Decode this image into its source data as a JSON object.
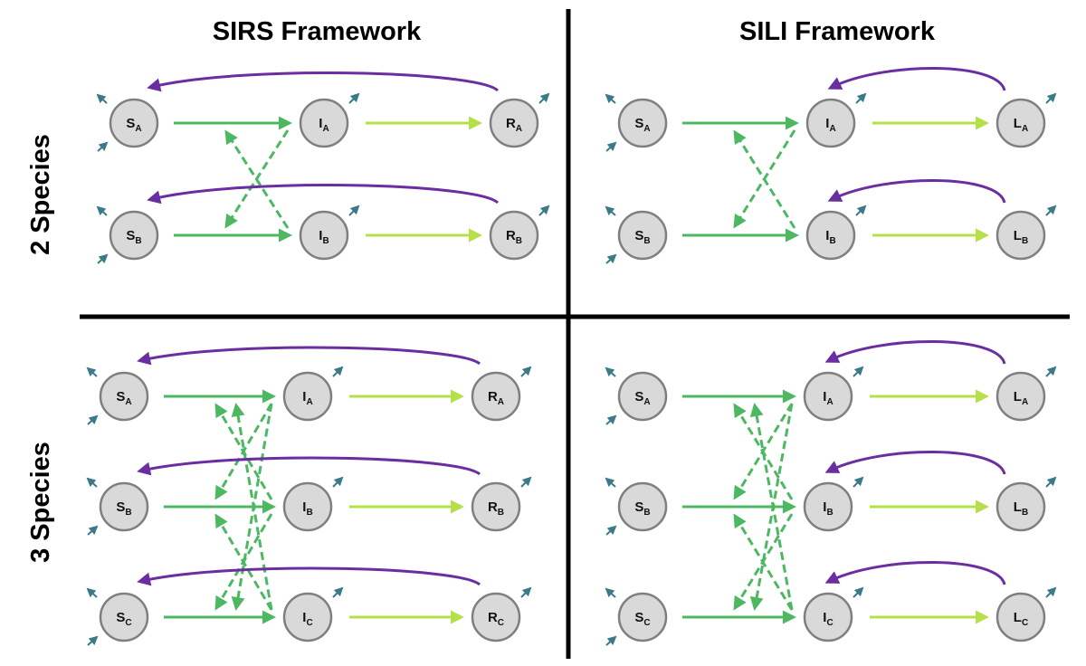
{
  "colors": {
    "transmission": "#4cb862",
    "cross_transmission": "#4cb862",
    "progression": "#b5e04a",
    "waning": "#6a2ea0",
    "demography": "#3b7a88",
    "divider": "#000000",
    "node_fill": "#d9d9d9",
    "node_stroke": "#7f7f7f"
  },
  "column_titles": [
    "SIRS Framework",
    "SILI Framework"
  ],
  "row_labels": [
    "2 Species",
    "3 Species"
  ],
  "quadrants": [
    {
      "framework": "SIRS",
      "species": [
        "A",
        "B"
      ],
      "compartments": [
        "S",
        "I",
        "R"
      ]
    },
    {
      "framework": "SILI",
      "species": [
        "A",
        "B"
      ],
      "compartments": [
        "S",
        "I",
        "L"
      ]
    },
    {
      "framework": "SIRS",
      "species": [
        "A",
        "B",
        "C"
      ],
      "compartments": [
        "S",
        "I",
        "R"
      ]
    },
    {
      "framework": "SILI",
      "species": [
        "A",
        "B",
        "C"
      ],
      "compartments": [
        "S",
        "I",
        "L"
      ]
    }
  ]
}
